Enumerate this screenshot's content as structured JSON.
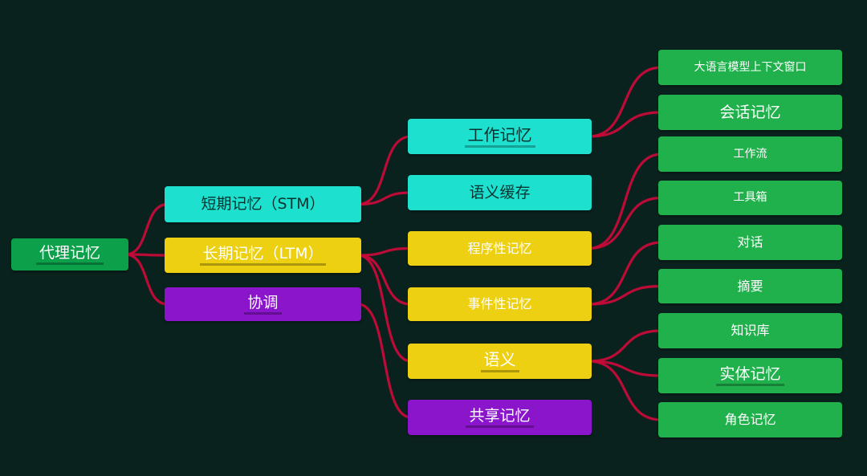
{
  "diagram": {
    "type": "mindmap",
    "topic": "代理记忆"
  },
  "colors": {
    "background": "#0a221e",
    "edge": "#c60b39",
    "node_green": "#21b14c",
    "node_root_green": "#0ca04b",
    "node_cyan": "#1ee0cf",
    "node_yellow": "#edd011",
    "node_purple": "#8b15cb",
    "text_on_cyan": "#07332f",
    "text_on_dark": "#ffffff"
  },
  "nodes": [
    {
      "id": "agent-memory",
      "label": "代理记忆",
      "level": 0,
      "color": "green-dark"
    },
    {
      "id": "stm",
      "label": "短期记忆（STM）",
      "level": 1,
      "color": "cyan"
    },
    {
      "id": "ltm",
      "label": "长期记忆（LTM）",
      "level": 1,
      "color": "yellow"
    },
    {
      "id": "coordination",
      "label": "协调",
      "level": 1,
      "color": "purple"
    },
    {
      "id": "working-memory",
      "label": "工作记忆",
      "level": 2,
      "color": "cyan"
    },
    {
      "id": "semantic-cache",
      "label": "语义缓存",
      "level": 2,
      "color": "cyan"
    },
    {
      "id": "procedural-memory",
      "label": "程序性记忆",
      "level": 2,
      "color": "yellow"
    },
    {
      "id": "episodic-memory",
      "label": "事件性记忆",
      "level": 2,
      "color": "yellow"
    },
    {
      "id": "semantic",
      "label": "语义",
      "level": 2,
      "color": "yellow"
    },
    {
      "id": "shared-memory",
      "label": "共享记忆",
      "level": 2,
      "color": "purple"
    },
    {
      "id": "llm-context-window",
      "label": "大语言模型上下文窗口",
      "level": 3,
      "color": "green"
    },
    {
      "id": "session-memory",
      "label": "会话记忆",
      "level": 3,
      "color": "green"
    },
    {
      "id": "workflow",
      "label": "工作流",
      "level": 3,
      "color": "green"
    },
    {
      "id": "toolbox",
      "label": "工具箱",
      "level": 3,
      "color": "green"
    },
    {
      "id": "dialogue",
      "label": "对话",
      "level": 3,
      "color": "green"
    },
    {
      "id": "summary",
      "label": "摘要",
      "level": 3,
      "color": "green"
    },
    {
      "id": "knowledge-base",
      "label": "知识库",
      "level": 3,
      "color": "green"
    },
    {
      "id": "entity-memory",
      "label": "实体记忆",
      "level": 3,
      "color": "green"
    },
    {
      "id": "role-memory",
      "label": "角色记忆",
      "level": 3,
      "color": "green"
    }
  ],
  "edges": [
    {
      "from": "agent-memory",
      "to": "stm"
    },
    {
      "from": "agent-memory",
      "to": "ltm"
    },
    {
      "from": "agent-memory",
      "to": "coordination"
    },
    {
      "from": "stm",
      "to": "working-memory"
    },
    {
      "from": "stm",
      "to": "semantic-cache"
    },
    {
      "from": "ltm",
      "to": "procedural-memory"
    },
    {
      "from": "ltm",
      "to": "episodic-memory"
    },
    {
      "from": "ltm",
      "to": "semantic"
    },
    {
      "from": "coordination",
      "to": "shared-memory"
    },
    {
      "from": "working-memory",
      "to": "llm-context-window"
    },
    {
      "from": "working-memory",
      "to": "session-memory"
    },
    {
      "from": "procedural-memory",
      "to": "workflow"
    },
    {
      "from": "procedural-memory",
      "to": "toolbox"
    },
    {
      "from": "episodic-memory",
      "to": "dialogue"
    },
    {
      "from": "episodic-memory",
      "to": "summary"
    },
    {
      "from": "semantic",
      "to": "knowledge-base"
    },
    {
      "from": "semantic",
      "to": "entity-memory"
    },
    {
      "from": "semantic",
      "to": "role-memory"
    }
  ]
}
